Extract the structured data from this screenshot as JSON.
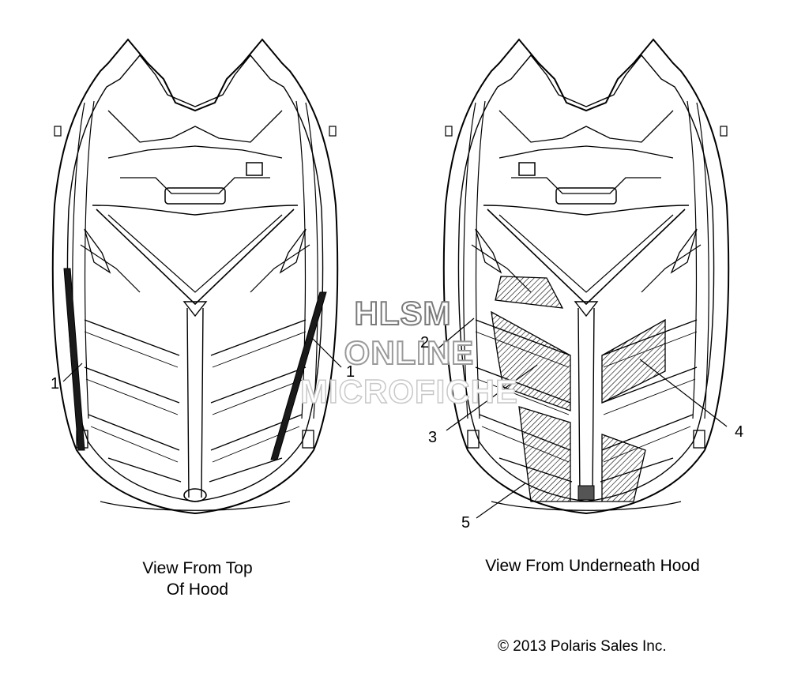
{
  "captions": {
    "top_line1": "View From Top",
    "top_line2": "Of Hood",
    "under": "View From Underneath Hood"
  },
  "callouts": [
    "1",
    "1",
    "2",
    "3",
    "4",
    "5"
  ],
  "watermark": {
    "line1": "HLSM",
    "line2": "ONLINE",
    "line3": "MICROFICHE"
  },
  "copyright": "© 2013 Polaris Sales Inc.",
  "colors": {
    "line": "#000000",
    "decal_fill": "#1a1a1a",
    "watermark_stroke": "#8a8a8a"
  }
}
